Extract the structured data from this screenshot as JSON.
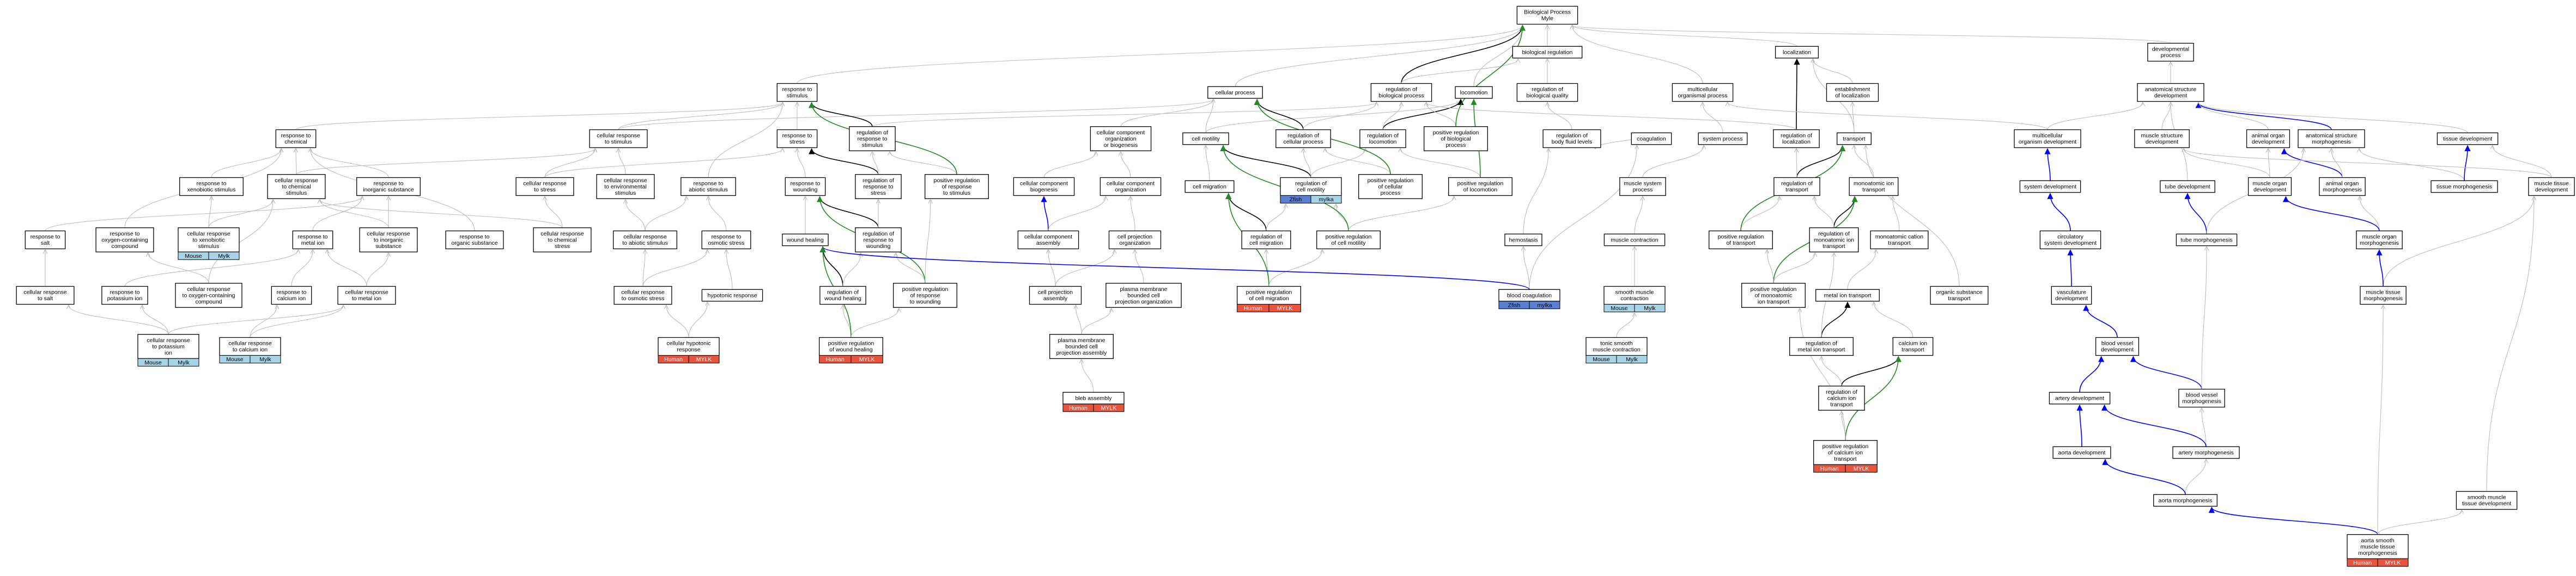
{
  "colors": {
    "is_a": "#bdbdbd",
    "regulates": "#000000",
    "positively_regulates": "#228b22",
    "part_of": "#0000ff",
    "mouse": "#a9d4e8",
    "zfish": "#5b80d2",
    "human": "#e8553f"
  },
  "nodes": [
    {
      "id": "bp",
      "label": [
        "Biological Process",
        "Myle"
      ]
    },
    {
      "id": "breg",
      "label": [
        "biological regulation"
      ]
    },
    {
      "id": "regbq",
      "label": [
        "regulation of",
        "biological quality"
      ]
    },
    {
      "id": "loc",
      "label": [
        "localization"
      ]
    },
    {
      "id": "estloc",
      "label": [
        "establishment",
        "of localization"
      ]
    },
    {
      "id": "devproc",
      "label": [
        "developmental",
        "process"
      ]
    },
    {
      "id": "rts",
      "label": [
        "response to",
        "stimulus"
      ]
    },
    {
      "id": "cp",
      "label": [
        "cellular process"
      ]
    },
    {
      "id": "rbp",
      "label": [
        "regulation of",
        "biological process"
      ]
    },
    {
      "id": "locom",
      "label": [
        "locomotion"
      ]
    },
    {
      "id": "mop",
      "label": [
        "multicellular",
        "organismal process"
      ]
    },
    {
      "id": "asd",
      "label": [
        "anatomical structure",
        "development"
      ]
    },
    {
      "id": "rtchem",
      "label": [
        "response to",
        "chemical"
      ]
    },
    {
      "id": "crts",
      "label": [
        "cellular response",
        "to stimulus"
      ]
    },
    {
      "id": "rtstress",
      "label": [
        "response to",
        "stress"
      ]
    },
    {
      "id": "rrts",
      "label": [
        "regulation of",
        "response to",
        "stimulus"
      ]
    },
    {
      "id": "ccob",
      "label": [
        "cellular component",
        "organization",
        "or biogenesis"
      ]
    },
    {
      "id": "cmot",
      "label": [
        "cell motility"
      ]
    },
    {
      "id": "rcp",
      "label": [
        "regulation of",
        "cellular process"
      ]
    },
    {
      "id": "rloc1",
      "label": [
        "regulation of",
        "locomotion"
      ]
    },
    {
      "id": "prbp",
      "label": [
        "positive regulation",
        "of biological",
        "process"
      ]
    },
    {
      "id": "rbfl",
      "label": [
        "regulation of",
        "body fluid levels"
      ]
    },
    {
      "id": "coag",
      "label": [
        "coagulation"
      ]
    },
    {
      "id": "sysproc",
      "label": [
        "system process"
      ]
    },
    {
      "id": "rloc2",
      "label": [
        "regulation of",
        "localization"
      ]
    },
    {
      "id": "transport",
      "label": [
        "transport"
      ]
    },
    {
      "id": "mcod",
      "label": [
        "multicellular",
        "organism development"
      ]
    },
    {
      "id": "msd",
      "label": [
        "muscle structure",
        "development"
      ]
    },
    {
      "id": "aod",
      "label": [
        "animal organ",
        "development"
      ]
    },
    {
      "id": "asm",
      "label": [
        "anatomical structure",
        "morphogenesis"
      ]
    },
    {
      "id": "tisdev",
      "label": [
        "tissue development"
      ]
    },
    {
      "id": "rtxeno",
      "label": [
        "response to",
        "xenobiotic stimulus"
      ]
    },
    {
      "id": "crtchem",
      "label": [
        "cellular response",
        "to chemical",
        "stimulus"
      ]
    },
    {
      "id": "rtinorg",
      "label": [
        "response to",
        "inorganic substance"
      ]
    },
    {
      "id": "crtstress",
      "label": [
        "cellular response",
        "to stress"
      ]
    },
    {
      "id": "crtenv",
      "label": [
        "cellular response",
        "to environmental",
        "stimulus"
      ]
    },
    {
      "id": "rtabio",
      "label": [
        "response to",
        "abiotic stimulus"
      ]
    },
    {
      "id": "rtwound",
      "label": [
        "response to",
        "wounding"
      ]
    },
    {
      "id": "rrtstress",
      "label": [
        "regulation of",
        "response to",
        "stress"
      ]
    },
    {
      "id": "prrts",
      "label": [
        "positive regulation",
        "of response",
        "to stimulus"
      ]
    },
    {
      "id": "ccbio",
      "label": [
        "cellular component",
        "biogenesis"
      ]
    },
    {
      "id": "ccorg",
      "label": [
        "cellular component",
        "organization"
      ]
    },
    {
      "id": "cmig",
      "label": [
        "cell migration"
      ]
    },
    {
      "id": "rcmot",
      "label": [
        "regulation of",
        "cell motility"
      ],
      "ann": [
        {
          "t": "Zfish",
          "c": "zfish"
        },
        {
          "t": "mylka",
          "c": "mouse"
        }
      ]
    },
    {
      "id": "prcp",
      "label": [
        "positive regulation",
        "of cellular",
        "process"
      ]
    },
    {
      "id": "prloc",
      "label": [
        "positive regulation",
        "of locomotion"
      ]
    },
    {
      "id": "mssp",
      "label": [
        "muscle system",
        "process"
      ]
    },
    {
      "id": "rtrans",
      "label": [
        "regulation of",
        "transport"
      ]
    },
    {
      "id": "monotrans",
      "label": [
        "monoatomic ion",
        "transport"
      ]
    },
    {
      "id": "sysdev",
      "label": [
        "system development"
      ]
    },
    {
      "id": "tubedev",
      "label": [
        "tube development"
      ]
    },
    {
      "id": "mod",
      "label": [
        "muscle organ",
        "development"
      ]
    },
    {
      "id": "aom",
      "label": [
        "animal organ",
        "morphogenesis"
      ]
    },
    {
      "id": "tismorph",
      "label": [
        "tissue morphogenesis"
      ]
    },
    {
      "id": "mtdev",
      "label": [
        "muscle tissue",
        "development"
      ]
    },
    {
      "id": "rtsalt",
      "label": [
        "response to",
        "salt"
      ]
    },
    {
      "id": "rtoxy",
      "label": [
        "response to",
        "oxygen-containing",
        "compound"
      ]
    },
    {
      "id": "crtxeno",
      "label": [
        "cellular response",
        "to xenobiotic",
        "stimulus"
      ],
      "ann": [
        {
          "t": "Mouse",
          "c": "mouse"
        },
        {
          "t": "Mylk",
          "c": "mouse"
        }
      ]
    },
    {
      "id": "rtmetal",
      "label": [
        "response to",
        "metal ion"
      ]
    },
    {
      "id": "crtinorg",
      "label": [
        "cellular response",
        "to inorganic",
        "substance"
      ]
    },
    {
      "id": "rtorg",
      "label": [
        "response to",
        "organic substance"
      ]
    },
    {
      "id": "crtchemstress",
      "label": [
        "cellular response",
        "to chemical",
        "stress"
      ]
    },
    {
      "id": "crtabio",
      "label": [
        "cellular response",
        "to abiotic stimulus"
      ]
    },
    {
      "id": "rtosm",
      "label": [
        "response to",
        "osmotic stress"
      ]
    },
    {
      "id": "woundheal",
      "label": [
        "wound healing"
      ]
    },
    {
      "id": "rrtwound",
      "label": [
        "regulation of",
        "response to",
        "wounding"
      ]
    },
    {
      "id": "cca",
      "label": [
        "cellular component",
        "assembly"
      ]
    },
    {
      "id": "cproj",
      "label": [
        "cell projection",
        "organization"
      ]
    },
    {
      "id": "rcmig",
      "label": [
        "regulation of",
        "cell migration"
      ]
    },
    {
      "id": "prcmot",
      "label": [
        "positive regulation",
        "of cell motility"
      ]
    },
    {
      "id": "hemostasis",
      "label": [
        "hemostasis"
      ]
    },
    {
      "id": "mcontr",
      "label": [
        "muscle contraction"
      ]
    },
    {
      "id": "prtrans",
      "label": [
        "positive regulation",
        "of transport"
      ]
    },
    {
      "id": "rmonotrans",
      "label": [
        "regulation of",
        "monoatomic ion",
        "transport"
      ]
    },
    {
      "id": "monocat",
      "label": [
        "monoatomic cation",
        "transport"
      ]
    },
    {
      "id": "circdev",
      "label": [
        "circulatory",
        "system development"
      ]
    },
    {
      "id": "tubemorph",
      "label": [
        "tube morphogenesis"
      ]
    },
    {
      "id": "mom",
      "label": [
        "muscle organ",
        "morphogenesis"
      ]
    },
    {
      "id": "crtsalt",
      "label": [
        "cellular response",
        "to salt"
      ]
    },
    {
      "id": "rtpot",
      "label": [
        "response to",
        "potassium ion"
      ]
    },
    {
      "id": "crtoxy",
      "label": [
        "cellular response",
        "to oxygen-containing",
        "compound"
      ]
    },
    {
      "id": "rtcal",
      "label": [
        "response to",
        "calcium ion"
      ]
    },
    {
      "id": "crtmetal",
      "label": [
        "cellular response",
        "to metal ion"
      ]
    },
    {
      "id": "crtosm",
      "label": [
        "cellular response",
        "to osmotic stress"
      ]
    },
    {
      "id": "hyposm",
      "label": [
        "hypotonic response"
      ]
    },
    {
      "id": "rwoundheal",
      "label": [
        "regulation of",
        "wound healing"
      ]
    },
    {
      "id": "prrtwound",
      "label": [
        "positive regulation",
        "of response",
        "to wounding"
      ]
    },
    {
      "id": "cpa",
      "label": [
        "cell projection",
        "assembly"
      ]
    },
    {
      "id": "pmbcpo",
      "label": [
        "plasma membrane",
        "bounded cell",
        "projection organization"
      ]
    },
    {
      "id": "prcmig",
      "label": [
        "positive regulation",
        "of cell migration"
      ],
      "ann": [
        {
          "t": "Human",
          "c": "human"
        },
        {
          "t": "MYLK",
          "c": "human"
        }
      ]
    },
    {
      "id": "bloodcoag",
      "label": [
        "blood coagulation"
      ],
      "ann": [
        {
          "t": "Zfish",
          "c": "zfish"
        },
        {
          "t": "mylka",
          "c": "zfish"
        }
      ]
    },
    {
      "id": "smcontr",
      "label": [
        "smooth muscle",
        "contraction"
      ],
      "ann": [
        {
          "t": "Mouse",
          "c": "mouse"
        },
        {
          "t": "Mylk",
          "c": "mouse"
        }
      ]
    },
    {
      "id": "prmonotrans",
      "label": [
        "positive regulation",
        "of monoatomic",
        "ion transport"
      ]
    },
    {
      "id": "metaltrans",
      "label": [
        "metal ion transport"
      ]
    },
    {
      "id": "orgtrans",
      "label": [
        "organic substance",
        "transport"
      ]
    },
    {
      "id": "vascdev",
      "label": [
        "vasculature",
        "development"
      ]
    },
    {
      "id": "mtissmorph",
      "label": [
        "muscle tissue",
        "morphogenesis"
      ]
    },
    {
      "id": "crtpot",
      "label": [
        "cellular response",
        "to potassium",
        "ion"
      ],
      "ann": [
        {
          "t": "Mouse",
          "c": "mouse"
        },
        {
          "t": "Mylk",
          "c": "mouse"
        }
      ]
    },
    {
      "id": "crtcal",
      "label": [
        "cellular response",
        "to calcium ion"
      ],
      "ann": [
        {
          "t": "Mouse",
          "c": "mouse"
        },
        {
          "t": "Mylk",
          "c": "mouse"
        }
      ]
    },
    {
      "id": "chyposm",
      "label": [
        "cellular hypotonic",
        "response"
      ],
      "ann": [
        {
          "t": "Human",
          "c": "human"
        },
        {
          "t": "MYLK",
          "c": "human"
        }
      ]
    },
    {
      "id": "prwoundheal",
      "label": [
        "positive regulation",
        "of wound healing"
      ],
      "ann": [
        {
          "t": "Human",
          "c": "human"
        },
        {
          "t": "MYLK",
          "c": "human"
        }
      ]
    },
    {
      "id": "pmbcpa",
      "label": [
        "plasma membrane",
        "bounded cell",
        "projection assembly"
      ]
    },
    {
      "id": "tonicsm",
      "label": [
        "tonic smooth",
        "muscle contraction"
      ],
      "ann": [
        {
          "t": "Mouse",
          "c": "mouse"
        },
        {
          "t": "Mylk",
          "c": "mouse"
        }
      ]
    },
    {
      "id": "rmetaltrans",
      "label": [
        "regulation of",
        "metal ion transport"
      ]
    },
    {
      "id": "caltrans",
      "label": [
        "calcium ion",
        "transport"
      ]
    },
    {
      "id": "bvdev",
      "label": [
        "blood vessel",
        "development"
      ]
    },
    {
      "id": "blebasm",
      "label": [
        "bleb assembly"
      ],
      "ann": [
        {
          "t": "Human",
          "c": "human"
        },
        {
          "t": "MYLK",
          "c": "human"
        }
      ]
    },
    {
      "id": "rcaltrans",
      "label": [
        "regulation of",
        "calcium ion",
        "transport"
      ]
    },
    {
      "id": "artdev",
      "label": [
        "artery development"
      ]
    },
    {
      "id": "bvmorph",
      "label": [
        "blood vessel",
        "morphogenesis"
      ]
    },
    {
      "id": "prcaltrans",
      "label": [
        "positive regulation",
        "of calcium ion",
        "transport"
      ],
      "ann": [
        {
          "t": "Human",
          "c": "human"
        },
        {
          "t": "MYLK",
          "c": "human"
        }
      ]
    },
    {
      "id": "aortadev",
      "label": [
        "aorta development"
      ]
    },
    {
      "id": "artmorph",
      "label": [
        "artery morphogenesis"
      ]
    },
    {
      "id": "aortamorph",
      "label": [
        "aorta morphogenesis"
      ]
    },
    {
      "id": "smtdev",
      "label": [
        "smooth muscle",
        "tissue development"
      ]
    },
    {
      "id": "aortasm",
      "label": [
        "aorta smooth",
        "muscle tissue",
        "morphogenesis"
      ],
      "ann": [
        {
          "t": "Human",
          "c": "human"
        },
        {
          "t": "MYLK",
          "c": "human"
        }
      ]
    }
  ]
}
